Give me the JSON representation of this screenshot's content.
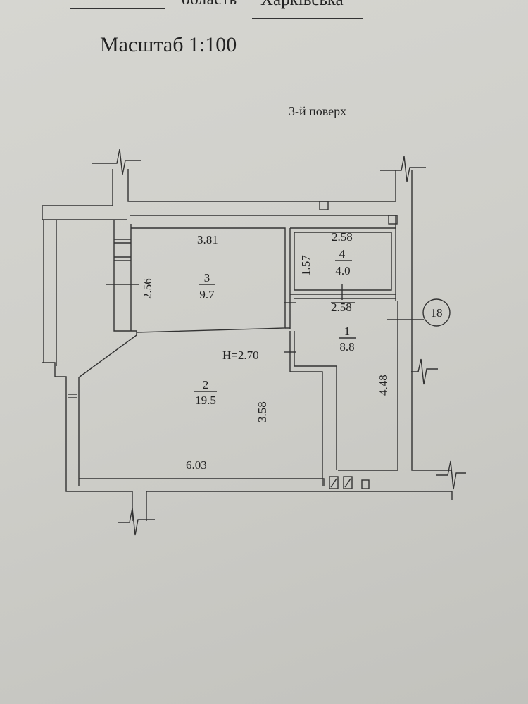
{
  "header": {
    "region_label": "область",
    "region_value": "Харківська"
  },
  "scale_label": "Масштаб 1:100",
  "floor_label": "3-й поверх",
  "rooms": [
    {
      "number": "3",
      "area": "9.7"
    },
    {
      "number": "4",
      "area": "4.0"
    },
    {
      "number": "1",
      "area": "8.8"
    },
    {
      "number": "2",
      "area": "19.5"
    }
  ],
  "dimensions": {
    "room3_width": "3.81",
    "room3_height": "2.56",
    "room4_width_top": "2.58",
    "room4_height": "1.57",
    "room1_width": "2.58",
    "room1_height": "4.48",
    "room2_height": "3.58",
    "room2_width": "6.03"
  },
  "ceiling_height": "H=2.70",
  "apartment_number": "18"
}
